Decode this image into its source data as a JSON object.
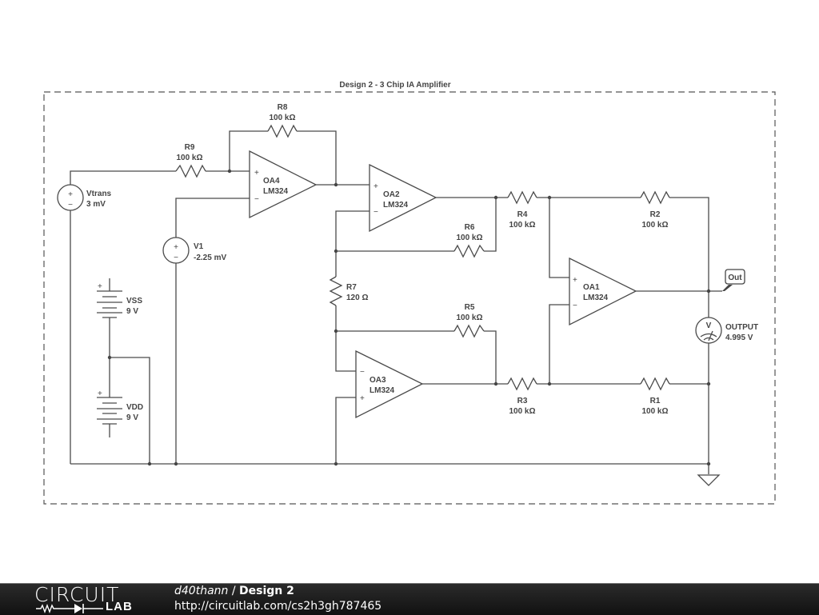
{
  "diagram": {
    "title": "Design 2 - 3 Chip IA Amplifier",
    "components": {
      "R8": {
        "name": "R8",
        "value": "100 kΩ"
      },
      "R9": {
        "name": "R9",
        "value": "100 kΩ"
      },
      "R6": {
        "name": "R6",
        "value": "100 kΩ"
      },
      "R7": {
        "name": "R7",
        "value": "120 Ω"
      },
      "R5": {
        "name": "R5",
        "value": "100 kΩ"
      },
      "R4": {
        "name": "R4",
        "value": "100 kΩ"
      },
      "R3": {
        "name": "R3",
        "value": "100 kΩ"
      },
      "R2": {
        "name": "R2",
        "value": "100 kΩ"
      },
      "R1": {
        "name": "R1",
        "value": "100 kΩ"
      },
      "OA1": {
        "name": "OA1",
        "part": "LM324"
      },
      "OA2": {
        "name": "OA2",
        "part": "LM324"
      },
      "OA3": {
        "name": "OA3",
        "part": "LM324"
      },
      "OA4": {
        "name": "OA4",
        "part": "LM324"
      },
      "Vtrans": {
        "name": "Vtrans",
        "value": "3 mV"
      },
      "V1": {
        "name": "V1",
        "value": "-2.25 mV"
      },
      "VSS": {
        "name": "VSS",
        "value": "9 V"
      },
      "VDD": {
        "name": "VDD",
        "value": "9 V"
      },
      "OUTPUT": {
        "name": "OUTPUT",
        "value": "4.995 V"
      }
    },
    "net_label": "Out",
    "symbols": {
      "plus": "+",
      "minus": "−",
      "voltmeter": "V"
    }
  },
  "footer": {
    "logo_top": "CIRCUIT",
    "logo_bottom": "LAB",
    "user": "d40thann",
    "separator": " / ",
    "design": "Design 2",
    "url": "http://circuitlab.com/cs2h3gh787465"
  }
}
